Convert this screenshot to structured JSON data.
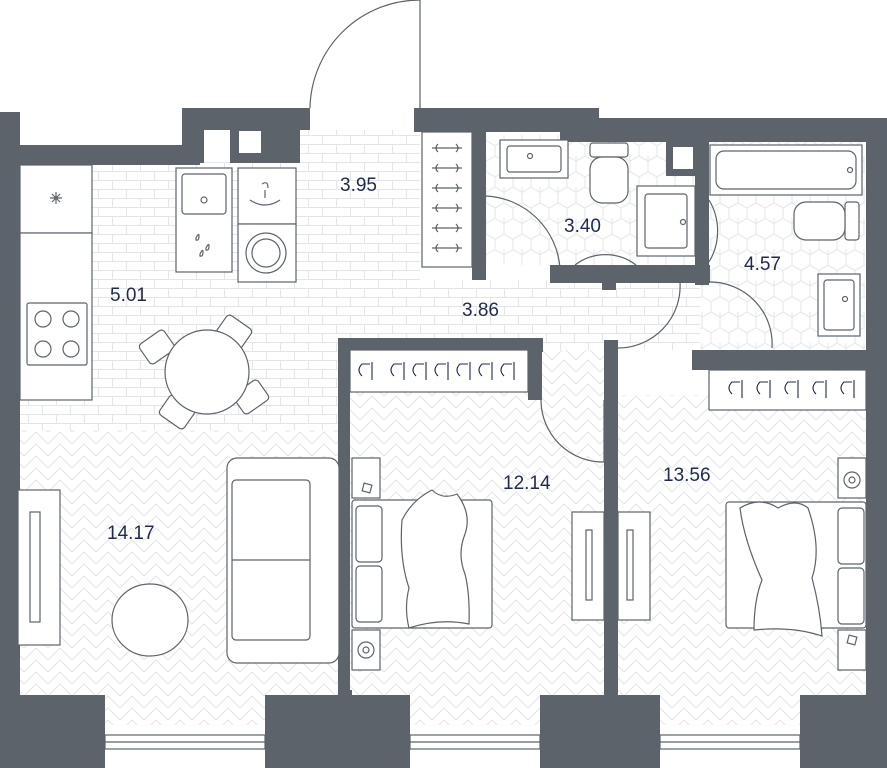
{
  "plan": {
    "rooms": [
      {
        "id": "hall",
        "area": "3.95"
      },
      {
        "id": "bathroom-wc",
        "area": "3.40"
      },
      {
        "id": "kitchen",
        "area": "5.01"
      },
      {
        "id": "corridor",
        "area": "3.86"
      },
      {
        "id": "bathroom-tub",
        "area": "4.57"
      },
      {
        "id": "living-room",
        "area": "14.17"
      },
      {
        "id": "bedroom-1",
        "area": "12.14"
      },
      {
        "id": "bedroom-2",
        "area": "13.56"
      }
    ],
    "colors": {
      "wall": "#5c636b",
      "label": "#1f2a4d",
      "tile": "#e3e5e8",
      "background": "#ffffff"
    }
  }
}
